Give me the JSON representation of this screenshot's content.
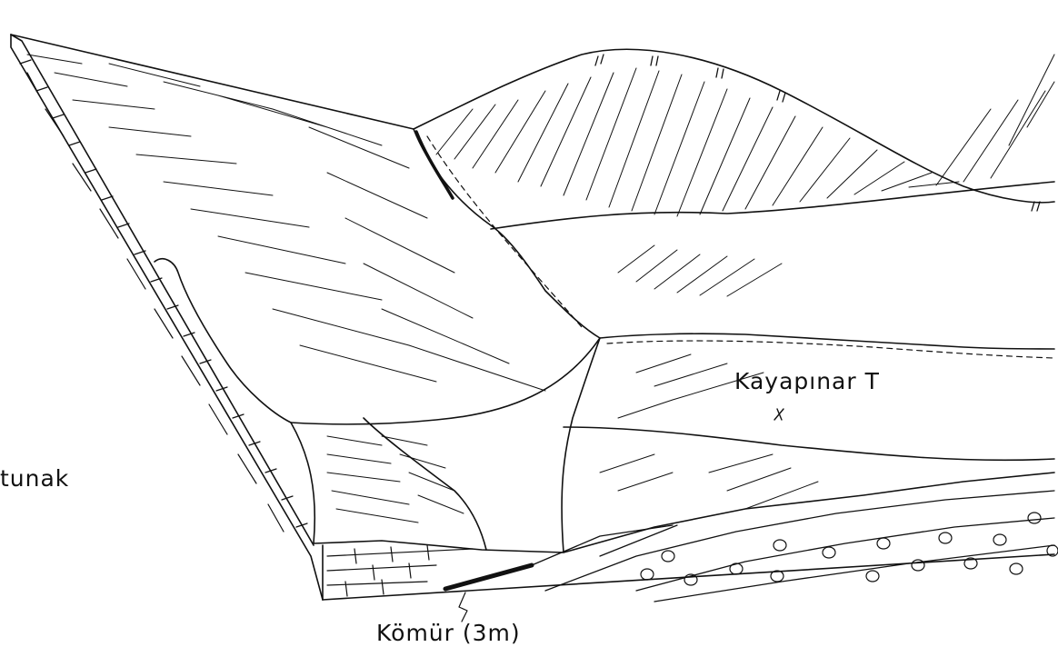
{
  "labels": {
    "place": "Kayapınar T",
    "left_cut": "tunak",
    "coal": "Kömür (3m)"
  },
  "colors": {
    "ink": "#111111",
    "paper": "#ffffff"
  }
}
